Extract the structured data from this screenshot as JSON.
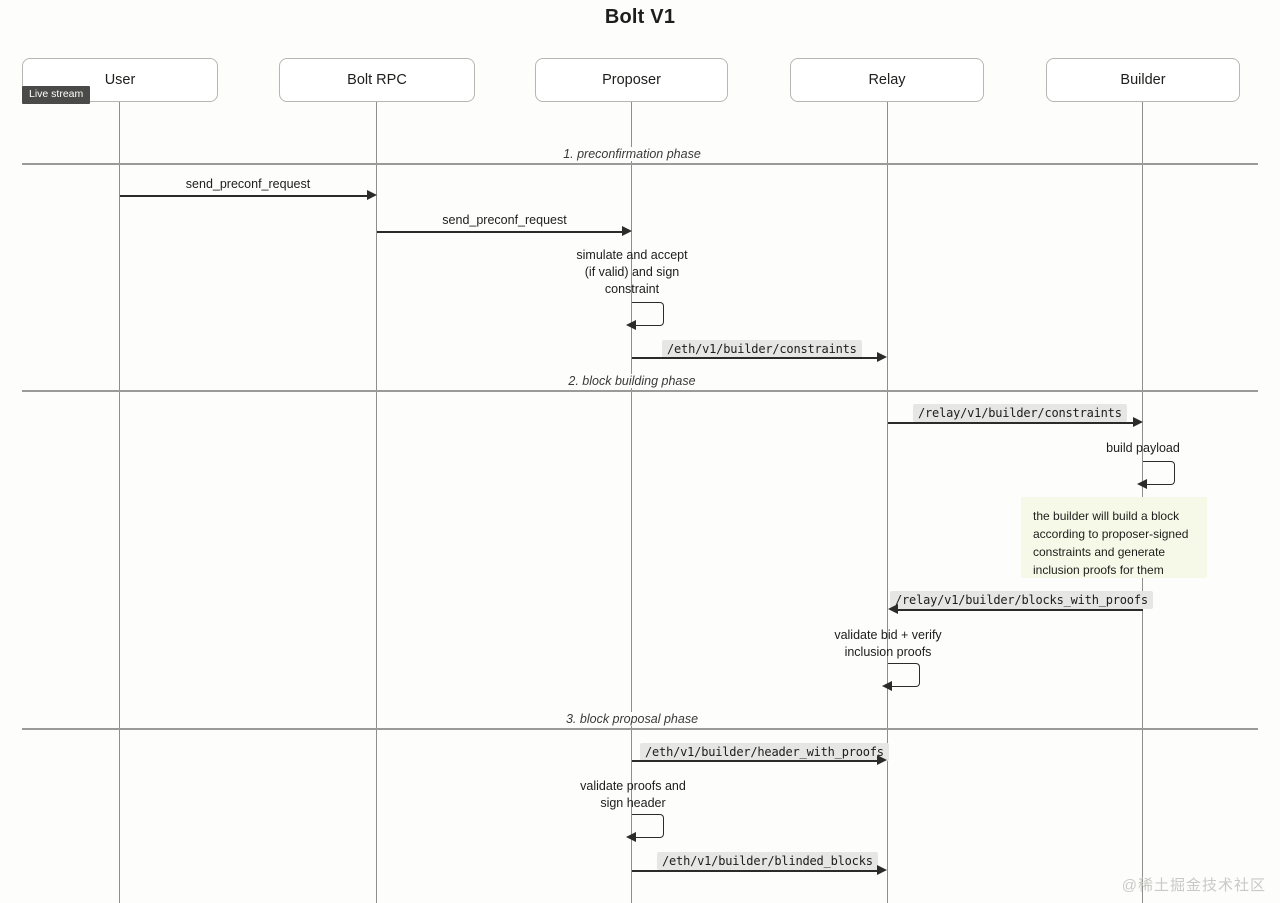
{
  "diagram": {
    "title": "Bolt V1",
    "type": "sequence-diagram",
    "watermark": "@稀土掘金技术社区",
    "badge": {
      "label": "Live stream"
    },
    "colors": {
      "background": "#fdfdfb",
      "box_border": "#b7b7b2",
      "lifeline": "#8e8e8a",
      "arrow": "#2b2b2b",
      "code_label_bg": "#e6e6e4",
      "note_bg": "#f7f9e8",
      "badge_bg": "#4a4a48",
      "phase_line": "#9a9a96"
    },
    "participants": [
      {
        "id": "user",
        "label": "User"
      },
      {
        "id": "bolt_rpc",
        "label": "Bolt RPC"
      },
      {
        "id": "proposer",
        "label": "Proposer"
      },
      {
        "id": "relay",
        "label": "Relay"
      },
      {
        "id": "builder",
        "label": "Builder"
      }
    ],
    "phases": [
      {
        "id": "phase1",
        "label": "1. preconfirmation phase"
      },
      {
        "id": "phase2",
        "label": "2. block building phase"
      },
      {
        "id": "phase3",
        "label": "3. block proposal phase"
      }
    ],
    "messages": [
      {
        "id": "m1",
        "label": "send_preconf_request",
        "from": "user",
        "to": "bolt_rpc",
        "style": "plain",
        "direction": "right"
      },
      {
        "id": "m2",
        "label": "send_preconf_request",
        "from": "bolt_rpc",
        "to": "proposer",
        "style": "plain",
        "direction": "right"
      },
      {
        "id": "m3",
        "label": "/eth/v1/builder/constraints",
        "from": "proposer",
        "to": "relay",
        "style": "code",
        "direction": "right"
      },
      {
        "id": "m4",
        "label": "/relay/v1/builder/constraints",
        "from": "relay",
        "to": "builder",
        "style": "code",
        "direction": "right"
      },
      {
        "id": "m5",
        "label": "/relay/v1/builder/blocks_with_proofs",
        "from": "builder",
        "to": "relay",
        "style": "code",
        "direction": "left"
      },
      {
        "id": "m6",
        "label": "/eth/v1/builder/header_with_proofs",
        "from": "proposer",
        "to": "relay",
        "style": "code",
        "direction": "right"
      },
      {
        "id": "m7",
        "label": "/eth/v1/builder/blinded_blocks",
        "from": "proposer",
        "to": "relay",
        "style": "code",
        "direction": "right"
      }
    ],
    "self_messages": [
      {
        "id": "s1",
        "actor": "proposer",
        "label": "simulate and accept\n(if valid) and sign\nconstraint"
      },
      {
        "id": "s2",
        "actor": "builder",
        "label": "build payload"
      },
      {
        "id": "s3",
        "actor": "relay",
        "label": "validate bid + verify\ninclusion proofs"
      },
      {
        "id": "s4",
        "actor": "proposer",
        "label": "validate proofs and\nsign header"
      }
    ],
    "notes": [
      {
        "id": "n1",
        "actor": "builder",
        "text": "the builder will build a block\naccording to proposer-signed\nconstraints and generate\ninclusion proofs for them"
      }
    ]
  }
}
